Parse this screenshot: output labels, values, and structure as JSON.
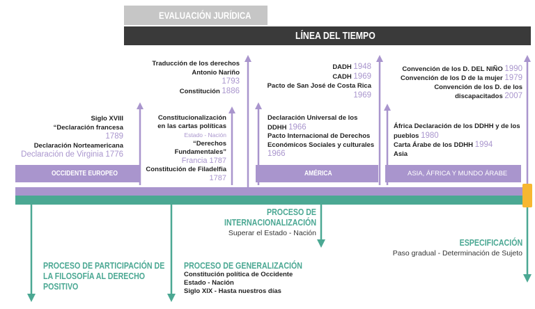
{
  "header": {
    "section": "EVALUACIÓN JURÍDICA",
    "title": "LÍNEA DEL TIEMPO"
  },
  "regions": {
    "occidente": "OCCIDENTE EUROPEO",
    "america": "AMÉRICA",
    "asia": "ASIA, ÁFRICA Y MUNDO ÁRABE"
  },
  "occidente_block": {
    "siglo": "Siglo XVIII",
    "francesa": "“Declaración francesa",
    "y1789": "1789",
    "norte": "Declaración Norteamericana",
    "virginia": "Declaración de Virginia 1776"
  },
  "narino_block": {
    "l1": "Traducción de los derechos",
    "l2": "Antonio Nariño",
    "y1793": "1793",
    "l3": "Constitución",
    "y1886": "1886"
  },
  "const_block": {
    "l1": "Constitucionalización",
    "l2": "en las cartas políticas",
    "sub": "Estado - Nación",
    "l3": "“Derechos",
    "l4": "Fundamentales”",
    "francia": "Francia  1787",
    "l5": "Constitución  de Filadelfia",
    "y1787": "1787"
  },
  "america_top": {
    "dadh": "DADH",
    "y1948": "1948",
    "cadh": "CADH",
    "y1969a": "1969",
    "pacto": "Pacto de San José de Costa Rica",
    "y1969b": "1969"
  },
  "america_low": {
    "l1": "Declaración Universal de los",
    "l2": "DDHH",
    "y1966a": "1966",
    "l3": "Pacto Internacional de Derechos",
    "l4": "Económicos Sociales y culturales",
    "y1966b": "1966"
  },
  "asia_top": {
    "l1": "Convención de los D. DEL NIÑO",
    "y1990": "1990",
    "l2": "Convención de los D de la mujer",
    "y1979": "1979",
    "l3": "Convención de los D. de los",
    "l4": "discapacitados",
    "y2007": "2007"
  },
  "asia_low": {
    "l1": "África Declaración de los DDHH y de los",
    "l2": "pueblos",
    "y1980": "1980",
    "l3": "Carta Árabe de los DDHH",
    "y1994": "1994",
    "l4": "Asia"
  },
  "processes": {
    "participacion": [
      "PROCESO DE PARTICIPACIÓN DE",
      "LA FILOSOFÍA AL DERECHO",
      "POSITIVO"
    ],
    "generalizacion_title": "PROCESO DE GENERALIZACIÓN",
    "generalizacion_lines": [
      "Constitución política de Occidente",
      "Estado - Nación",
      "Siglo XIX - Hasta nuestros días"
    ],
    "internacionalizacion_title": [
      "PROCESO DE",
      "INTERNACIONALIZACIÓN"
    ],
    "internacionalizacion_sub": "Superar el Estado - Nación",
    "especificacion_title": "ESPECIFICACIÓN",
    "especificacion_sub": "Paso gradual - Determinación de Sujeto"
  },
  "colors": {
    "purple": "#a995cd",
    "teal": "#4ba893",
    "dark": "#3a3a3a",
    "grey": "#c6c6c6",
    "orange": "#f7b731"
  }
}
